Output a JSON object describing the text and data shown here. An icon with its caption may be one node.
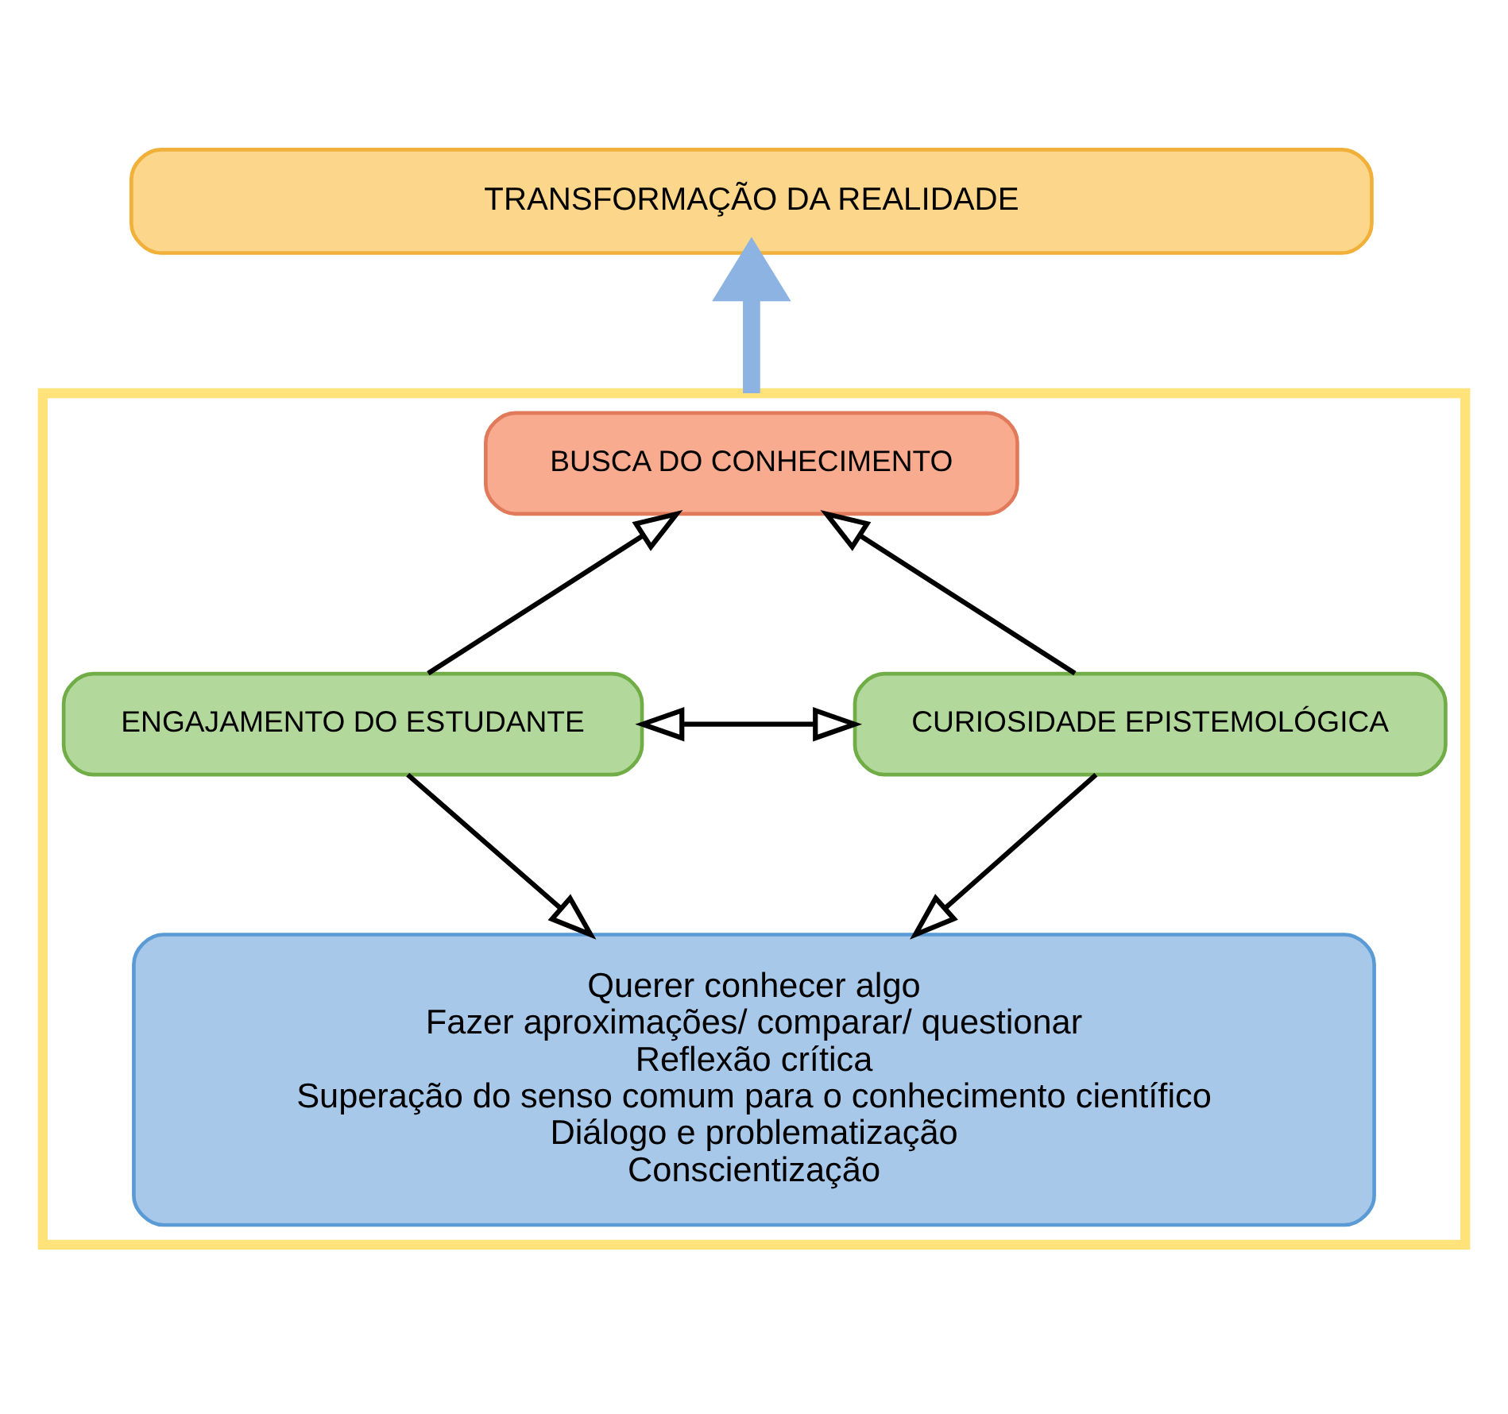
{
  "diagram": {
    "nodes": [
      {
        "text": [
          "TRANSFORMAÇÃO DA REALIDADE"
        ]
      },
      {
        "text": [],
        "shape": "box"
      },
      {
        "text": [
          "BUSCA DO CONHECIMENTO"
        ],
        "in": 1
      },
      {
        "text": [
          "ENGAJAMENTO DO ESTUDANTE"
        ],
        "in": 1
      },
      {
        "text": [
          "CURIOSIDADE EPISTEMOLÓGICA"
        ],
        "in": 1
      },
      {
        "text": [
          "Querer conhecer algo",
          "Fazer aproximações/ comparar/ questionar",
          "Reflexão crítica",
          "Superação do senso comum para o conhecimento científico",
          "Diálogo e problematização",
          "Conscientização"
        ],
        "in": 1
      }
    ],
    "edges": [
      {
        "from": 1,
        "to": 0,
        "arrow": "to",
        "style": "thick",
        "color": "#8db3e2"
      },
      {
        "from": 3,
        "to": 2,
        "arrow": "to"
      },
      {
        "from": 4,
        "to": 2,
        "arrow": "to"
      },
      {
        "from": 3,
        "to": 4,
        "arrow": "both"
      },
      {
        "from": 3,
        "to": 5,
        "arrow": "to"
      },
      {
        "from": 4,
        "to": 5,
        "arrow": "to"
      }
    ]
  }
}
